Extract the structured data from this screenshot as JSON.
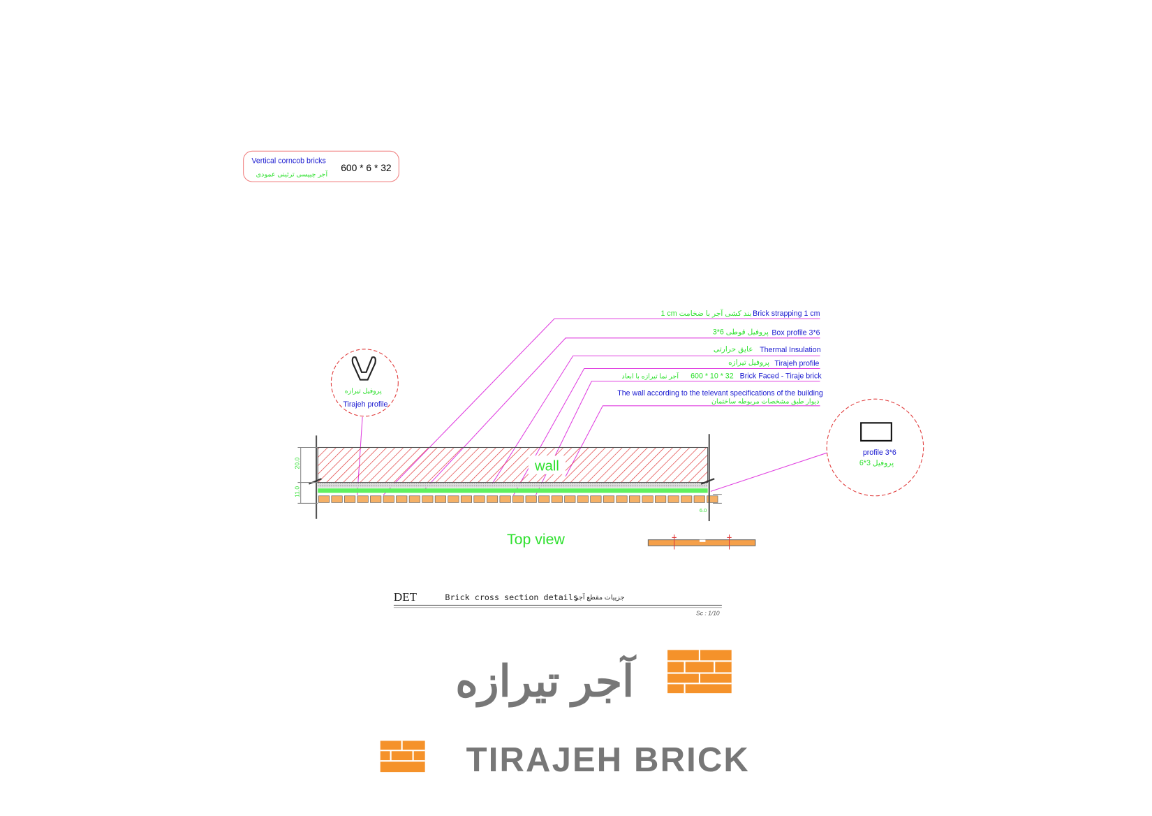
{
  "colors": {
    "blue": "#1a1ad0",
    "green": "#2ee02e",
    "pink": "#e040e0",
    "red": "#e03a3a",
    "orange": "#f5a04a",
    "logo_gray": "#777777",
    "logo_orange": "#f5922a"
  },
  "spec_box": {
    "en": "Vertical  corncob bricks",
    "fa": "آجر چیپسی ترئینی عمودی",
    "size": "600 * 6 * 32"
  },
  "labels": [
    {
      "fa": "1 cm   بند کشی آجر با ضخامت",
      "en": "Brick strapping 1 cm"
    },
    {
      "fa": "3*6  پروفیل قوطی",
      "en": "Box profile 3*6"
    },
    {
      "fa": "عایق حرارتی",
      "en": "Thermal Insulation"
    },
    {
      "fa": "پروفیل تیرازه",
      "en": "Tirajeh profile"
    },
    {
      "fa": "آجر نما تیرازه با ابعاد",
      "size": "600 * 10 * 32",
      "en": "Brick Faced - Tiraje brick"
    },
    {
      "en": "The wall according to the televant specifications of the building",
      "fa": "دیوار طبق مشخصات مربوطه ساختمان"
    }
  ],
  "left_detail": {
    "fa": "پروفیل تیرازه",
    "en": "Tirajeh profile"
  },
  "right_detail": {
    "en": "profile 3*6",
    "fa": "پروفیل 3*6"
  },
  "wall_label": "wall",
  "dims": {
    "wall": "20.0",
    "cladding": "11.0",
    "side": "6.0"
  },
  "view_title": "Top view",
  "title_block": {
    "code": "DET",
    "en": "Brick cross section details",
    "fa": "جزییات مقطع آجر",
    "scale": "Sc : 1/10"
  },
  "logo": {
    "fa": "آجر تیرازه",
    "en": "TIRAJEH BRICK"
  }
}
